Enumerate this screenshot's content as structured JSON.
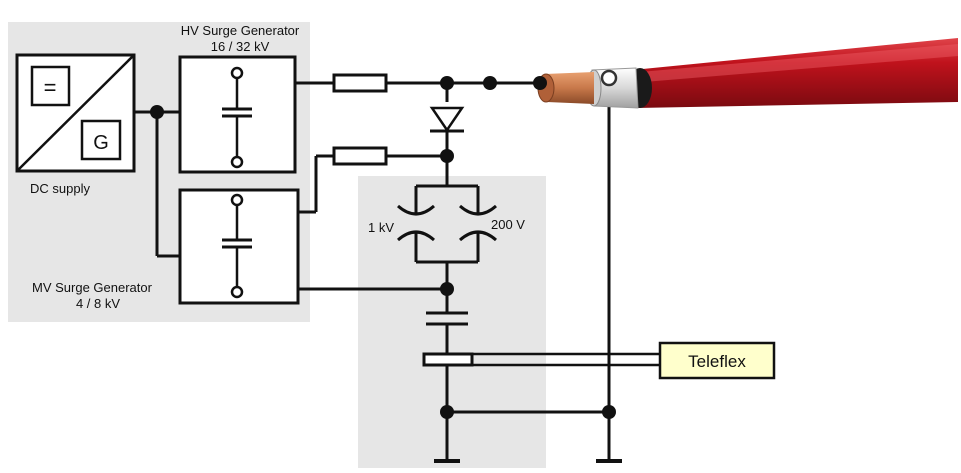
{
  "labels": {
    "dc_supply": "DC supply",
    "dc_symbol": "=",
    "generator_symbol": "G",
    "hv_title": "HV Surge Generator",
    "hv_rating": "16 / 32 kV",
    "mv_title": "MV Surge Generator",
    "mv_rating": "4 / 8 kV",
    "cap_left": "1 kV",
    "cap_right": "200 V",
    "teleflex": "Teleflex"
  },
  "colors": {
    "panel_gray": "#e6e6e6",
    "teleflex_fill": "#ffffcc",
    "cable_jacket": "#c0121c",
    "copper": "#c8784a"
  }
}
